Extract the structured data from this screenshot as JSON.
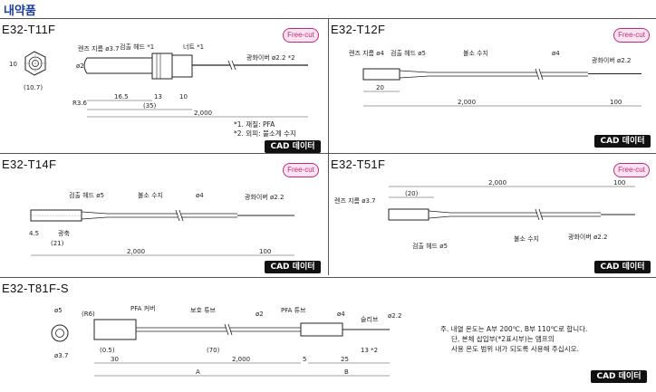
{
  "page_title": "내약품",
  "free_cut_label": "Free-cut",
  "cad_label": "CAD 데이터",
  "t11f": {
    "title": "E32-T11F",
    "lens_hole": "렌즈 지름 ø3.7",
    "head": "검출 헤드 *1",
    "nut": "너트 *1",
    "fiber": "광화이버 ø2.2 *2",
    "d10": "10",
    "d10_7": "(10.7)",
    "d2": "ø2",
    "r": "R3.6",
    "d16_5": "16.5",
    "d13": "13",
    "d10b": "10",
    "d35": "(35)",
    "d2000": "2,000",
    "note1": "*1. 재질: PFA",
    "note2": "*2. 외피: 불소계 수지"
  },
  "t12f": {
    "title": "E32-T12F",
    "lens_hole": "렌즈 지름 ø4",
    "head": "검출 헤드 ø5",
    "resin": "불소 수지",
    "d4": "ø4",
    "fiber": "광화이버 ø2.2",
    "d20": "20",
    "d2000": "2,000",
    "d100": "100"
  },
  "t14f": {
    "title": "E32-T14F",
    "head": "검출 헤드 ø5",
    "resin": "불소 수지",
    "d4": "ø4",
    "fiber": "광화이버 ø2.2",
    "d4_5": "4.5",
    "axis": "광축",
    "d21": "(21)",
    "d2000": "2,000",
    "d100": "100"
  },
  "t51f": {
    "title": "E32-T51F",
    "d2000": "2,000",
    "d100": "100",
    "d20": "(20)",
    "lens_hole": "렌즈 지름 ø3.7",
    "resin": "불소 수지",
    "fiber": "광화이버 ø2.2",
    "head": "검출 헤드 ø5"
  },
  "t81f": {
    "title": "E32-T81F-S",
    "d5": "ø5",
    "d37": "ø3.7",
    "r6": "(R6)",
    "pfa_cover": "PFA 커버",
    "protect_tube": "보호 튜브",
    "d2": "ø2",
    "pfa_tube": "PFA 튜브",
    "d4": "ø4",
    "sleeve": "슬리브",
    "d22": "ø2.2",
    "d0_5": "(0.5)",
    "d70": "(70)",
    "d13": "13 *2",
    "d30": "30",
    "d2000": "2,000",
    "d5b": "5",
    "d25": "25",
    "a": "A",
    "b": "B"
  },
  "t81f_note": {
    "line1": "주. 내열 온도는 A부 200℃, B부 110℃로 합니다.",
    "line2": "단, 본체 삽입부(*2표시부)는 앰프의",
    "line3": "사용 온도 범위 내가 되도록 사용해 주십시오."
  }
}
